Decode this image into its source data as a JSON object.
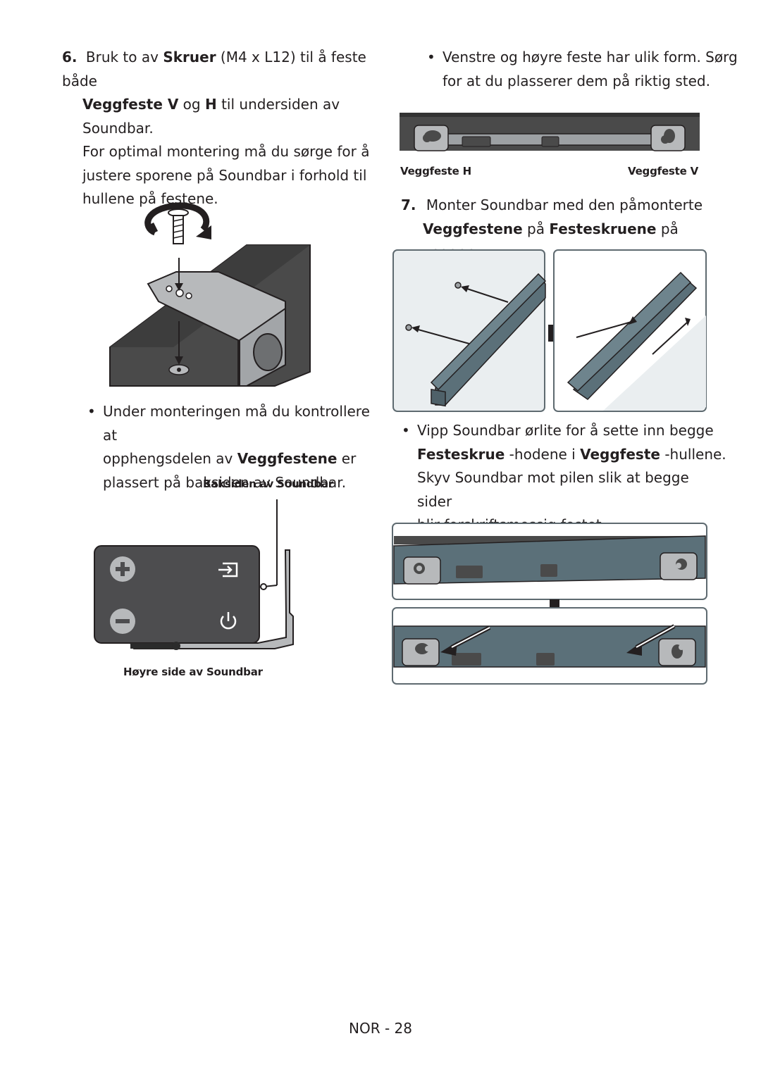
{
  "left_column": {
    "step6": {
      "number": "6.",
      "t1": "Bruk to av ",
      "b1": "Skruer",
      "t2": " (M4 x L12) til å feste både",
      "b2": "Veggfeste V",
      "t3": " og ",
      "b3": "H",
      "t4": " til undersiden av",
      "t5": "Soundbar.",
      "p2_l1": "For optimal montering må du sørge for å",
      "p2_l2": "justere sporene på Soundbar i forhold til",
      "p2_l3": "hullene på festene."
    },
    "bullet1": {
      "l1": "Under monteringen må du kontrollere at",
      "l2_t1": "opphengsdelen av ",
      "l2_b1": "Veggfestene",
      "l2_t2": " er",
      "l3": "plassert på baksiden av Soundbar."
    },
    "label_back": "Baksiden av Soundbar",
    "label_right": "Høyre side av Soundbar"
  },
  "right_column": {
    "bullet0": {
      "l1": "Venstre og høyre feste har ulik form. Sørg",
      "l2": "for at du plasserer dem på riktig sted."
    },
    "label_h": "Veggfeste H",
    "label_v": "Veggfeste V",
    "step7": {
      "number": "7.",
      "l1": "Monter Soundbar med den påmonterte",
      "b1": "Veggfestene",
      "t1": " på ",
      "b2": "Festeskruene",
      "t2": " på veggen."
    },
    "bullet2": {
      "l1": "Vipp Soundbar ørlite for å sette inn begge",
      "b1": "Festeskrue",
      "t1": " -hodene i ",
      "b2": "Veggfeste",
      "t2": " -hullene.",
      "l3": "Skyv Soundbar mot pilen slik at begge sider",
      "l4": "blir forskriftsmessig festet."
    }
  },
  "footer": {
    "page": "NOR - 28"
  },
  "colors": {
    "text": "#231f20",
    "bar_dark": "#4a4a4a",
    "bar_teal": "#5b7079",
    "bracket_gray": "#b7b9bb",
    "border": "#5e6a70"
  },
  "icons": [
    "screw-icon",
    "rotate-arrow-icon",
    "plus-icon",
    "minus-icon",
    "source-icon",
    "power-icon",
    "arrow-right-icon",
    "arrow-down-icon"
  ]
}
